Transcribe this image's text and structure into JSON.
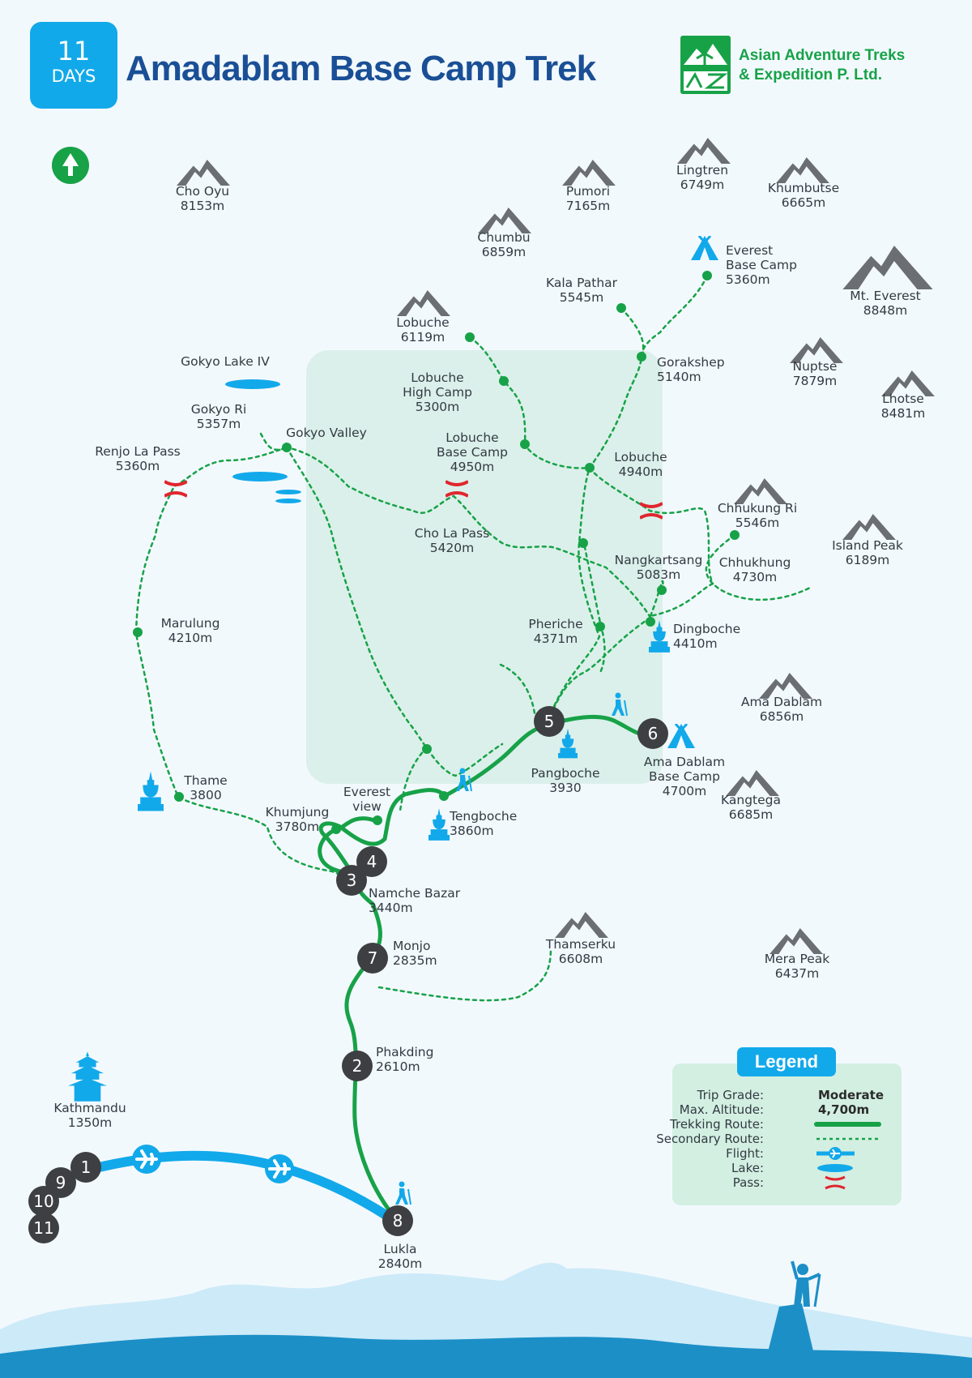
{
  "header": {
    "days_number": "11",
    "days_label": "DAYS",
    "title": "Amadablam Base Camp Trek",
    "company_line1": "Asian Adventure Treks",
    "company_line2": "& Expedition P. Ltd."
  },
  "colors": {
    "trekking_route": "#17a248",
    "secondary_route": "#17a248",
    "flight": "#12a9ea",
    "lake": "#12a9ea",
    "pass": "#e0262e",
    "mountain": "#6b6e72",
    "day_marker": "#3d3f42",
    "title": "#1a4f96"
  },
  "peaks": [
    {
      "name": "Cho Oyu",
      "altitude": "8153m"
    },
    {
      "name": "Pumori",
      "altitude": "7165m"
    },
    {
      "name": "Lingtren",
      "altitude": "6749m"
    },
    {
      "name": "Khumbutse",
      "altitude": "6665m"
    },
    {
      "name": "Chumbu",
      "altitude": "6859m"
    },
    {
      "name": "Mt. Everest",
      "altitude": "8848m"
    },
    {
      "name": "Lobuche",
      "altitude": "6119m"
    },
    {
      "name": "Nuptse",
      "altitude": "7879m"
    },
    {
      "name": "Lhotse",
      "altitude": "8481m"
    },
    {
      "name": "Chhukung Ri",
      "altitude": "5546m"
    },
    {
      "name": "Island Peak",
      "altitude": "6189m"
    },
    {
      "name": "Ama Dablam",
      "altitude": "6856m"
    },
    {
      "name": "Kangtega",
      "altitude": "6685m"
    },
    {
      "name": "Thamserku",
      "altitude": "6608m"
    },
    {
      "name": "Mera Peak",
      "altitude": "6437m"
    }
  ],
  "places": [
    {
      "name": "Everest",
      "name2": "Base Camp",
      "altitude": "5360m"
    },
    {
      "name": "Kala Pathar",
      "altitude": "5545m"
    },
    {
      "name": "Gorakshep",
      "altitude": "5140m"
    },
    {
      "name": "Gokyo Lake IV"
    },
    {
      "name": "Lobuche",
      "name2": "High Camp",
      "altitude": "5300m"
    },
    {
      "name": "Gokyo Ri",
      "altitude": "5357m"
    },
    {
      "name": "Gokyo Valley"
    },
    {
      "name": "Renjo La Pass",
      "altitude": "5360m"
    },
    {
      "name": "Lobuche",
      "name2": "Base Camp",
      "altitude": "4950m"
    },
    {
      "name": "Lobuche",
      "altitude": "4940m"
    },
    {
      "name": "Cho La Pass",
      "altitude": "5420m"
    },
    {
      "name": "Nangkartsang",
      "altitude": "5083m"
    },
    {
      "name": "Chhukhung",
      "altitude": "4730m"
    },
    {
      "name": "Marulung",
      "altitude": "4210m"
    },
    {
      "name": "Pheriche",
      "altitude": "4371m"
    },
    {
      "name": "Dingboche",
      "altitude": "4410m"
    },
    {
      "name": "Pangboche",
      "altitude": "3930"
    },
    {
      "name": "Ama Dablam",
      "name2": "Base Camp",
      "altitude": "4700m"
    },
    {
      "name": "Thame",
      "altitude": "3800"
    },
    {
      "name": "Everest",
      "name2": "view"
    },
    {
      "name": "Khumjung",
      "altitude": "3780m"
    },
    {
      "name": "Tengboche",
      "altitude": "3860m"
    },
    {
      "name": "Namche Bazar",
      "altitude": "3440m"
    },
    {
      "name": "Monjo",
      "altitude": "2835m"
    },
    {
      "name": "Phakding",
      "altitude": "2610m"
    },
    {
      "name": "Kathmandu",
      "altitude": "1350m"
    },
    {
      "name": "Lukla",
      "altitude": "2840m"
    }
  ],
  "day_markers": [
    "1",
    "9",
    "10",
    "11",
    "2",
    "3",
    "4",
    "5",
    "6",
    "7",
    "8"
  ],
  "legend": {
    "title": "Legend",
    "trip_grade_label": "Trip Grade:",
    "trip_grade_value": "Moderate",
    "max_altitude_label": "Max. Altitude:",
    "max_altitude_value": "4,700m",
    "trekking_route_label": "Trekking Route:",
    "secondary_route_label": "Secondary Route:",
    "flight_label": "Flight:",
    "lake_label": "Lake:",
    "pass_label": "Pass:"
  }
}
